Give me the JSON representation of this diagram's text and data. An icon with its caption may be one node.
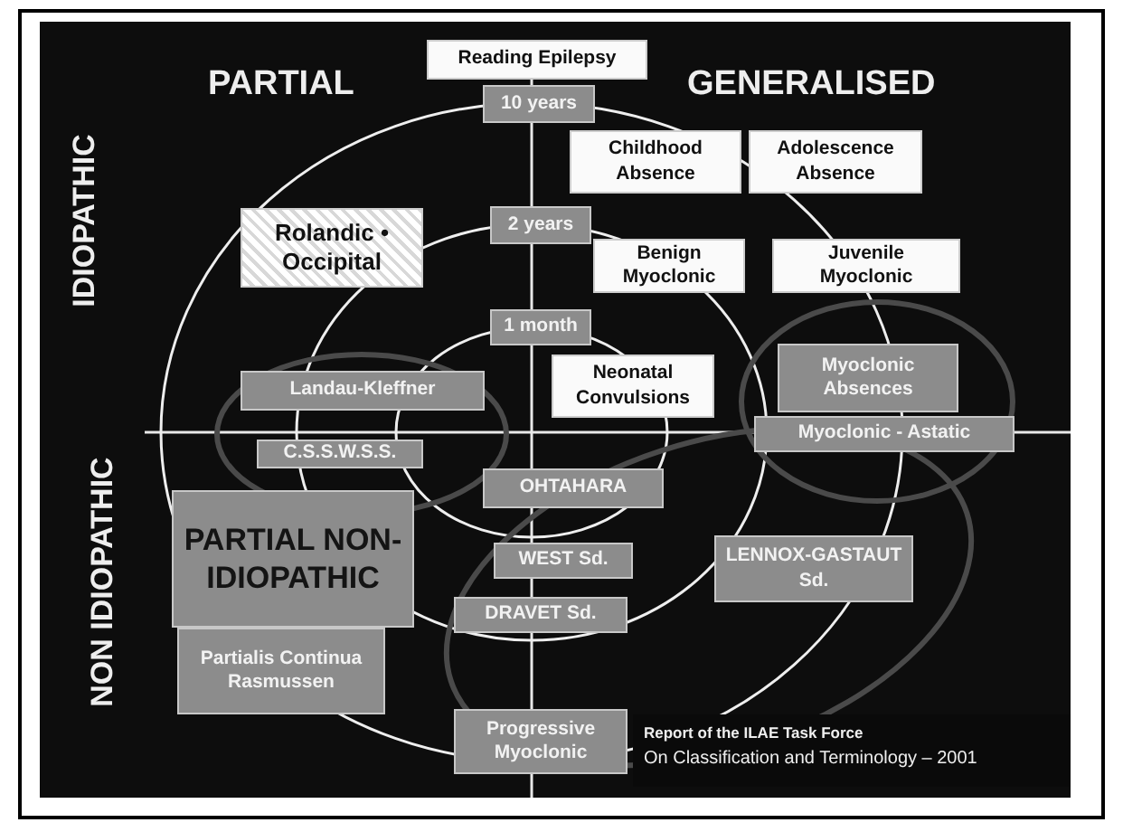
{
  "diagram": {
    "nodes": [
      {
        "text": [
          "Reading Epilepsy"
        ]
      },
      {
        "text": [
          "10 years"
        ]
      },
      {
        "text": [
          "Childhood Absence"
        ]
      },
      {
        "text": [
          "Adolescence Absence"
        ]
      },
      {
        "text": [
          "Rolandic • Occipital"
        ]
      },
      {
        "text": [
          "2 years"
        ]
      },
      {
        "text": [
          "Benign Myoclonic"
        ]
      },
      {
        "text": [
          "Juvenile Myoclonic"
        ]
      },
      {
        "text": [
          "1 month"
        ]
      },
      {
        "text": [
          "Neonatal Convulsions"
        ]
      },
      {
        "text": [
          "Landau-Kleffner"
        ]
      },
      {
        "text": [
          "Myoclonic Absences"
        ]
      },
      {
        "text": [
          "Myoclonic - Astatic"
        ]
      },
      {
        "text": [
          "C.S.S.W.S.S."
        ]
      },
      {
        "text": [
          "OHTAHARA"
        ]
      },
      {
        "text": [
          "PARTIAL NON-IDIOPATHIC"
        ]
      },
      {
        "text": [
          "WEST Sd."
        ]
      },
      {
        "text": [
          "LENNOX-GASTAUT Sd."
        ]
      },
      {
        "text": [
          "DRAVET Sd."
        ]
      },
      {
        "text": [
          "Partialis Continua Rasmussen"
        ]
      },
      {
        "text": [
          "Progressive Myoclonic"
        ]
      }
    ],
    "labels": [
      "PARTIAL",
      "GENERALISED",
      "IDIOPATHIC",
      "NON IDIOPATHIC",
      "Report of the ILAE Task Force",
      "On Classification and Terminology – 2001"
    ]
  }
}
